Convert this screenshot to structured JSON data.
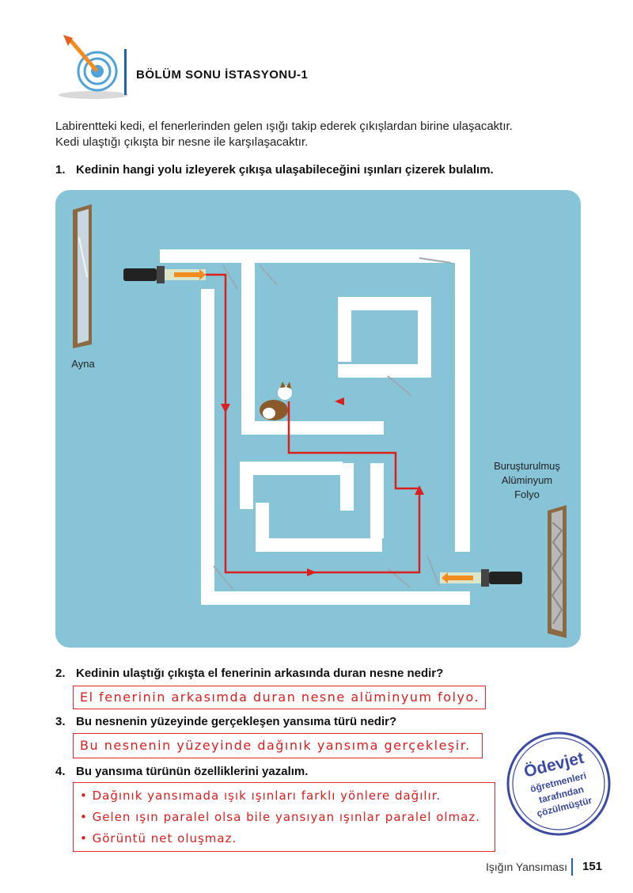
{
  "header": {
    "section_title": "BÖLÜM SONU İSTASYONU-1"
  },
  "intro": {
    "line1": "Labirentteki kedi, el fenerlerinden gelen ışığı takip ederek çıkışlardan birine ulaşacaktır.",
    "line2": "Kedi ulaştığı çıkışta bir nesne ile karşılaşacaktır."
  },
  "questions": [
    {
      "number": "1.",
      "text": "Kedinin hangi yolu izleyerek çıkışa ulaşabileceğini ışınları çizerek bulalım."
    },
    {
      "number": "2.",
      "text": "Kedinin ulaştığı çıkışta el fenerinin arkasında duran nesne nedir?",
      "answer": "El fenerinin arkasımda duran nesne alüminyum folyo."
    },
    {
      "number": "3.",
      "text": "Bu nesnenin yüzeyinde gerçekleşen yansıma türü nedir?",
      "answer": "Bu nesnenin yüzeyinde dağınık yansıma gerçekleşir."
    },
    {
      "number": "4.",
      "text": "Bu yansıma türünün özelliklerini yazalım.",
      "answers": [
        "• Dağınık yansımada ışık ışınları farklı yönlere dağılır.",
        "• Gelen ışın paralel olsa bile yansıyan ışınlar paralel olmaz.",
        "• Görüntü net oluşmaz."
      ]
    }
  ],
  "maze": {
    "mirror_label": "Ayna",
    "foil_label_1": "Buruşturulmuş",
    "foil_label_2": "Alüminyum",
    "foil_label_3": "Folyo"
  },
  "stamp": {
    "line1": "Ödevjet",
    "line2": "öğretmenleri",
    "line3": "tarafından",
    "line4": "çözülmüştür"
  },
  "footer": {
    "title": "Işığın Yansıması",
    "page": "151"
  },
  "colors": {
    "accent": "#1e63b0",
    "answer_red": "#e0262b",
    "maze_bg": "#87c4d7",
    "ray_red": "#d9201f"
  }
}
